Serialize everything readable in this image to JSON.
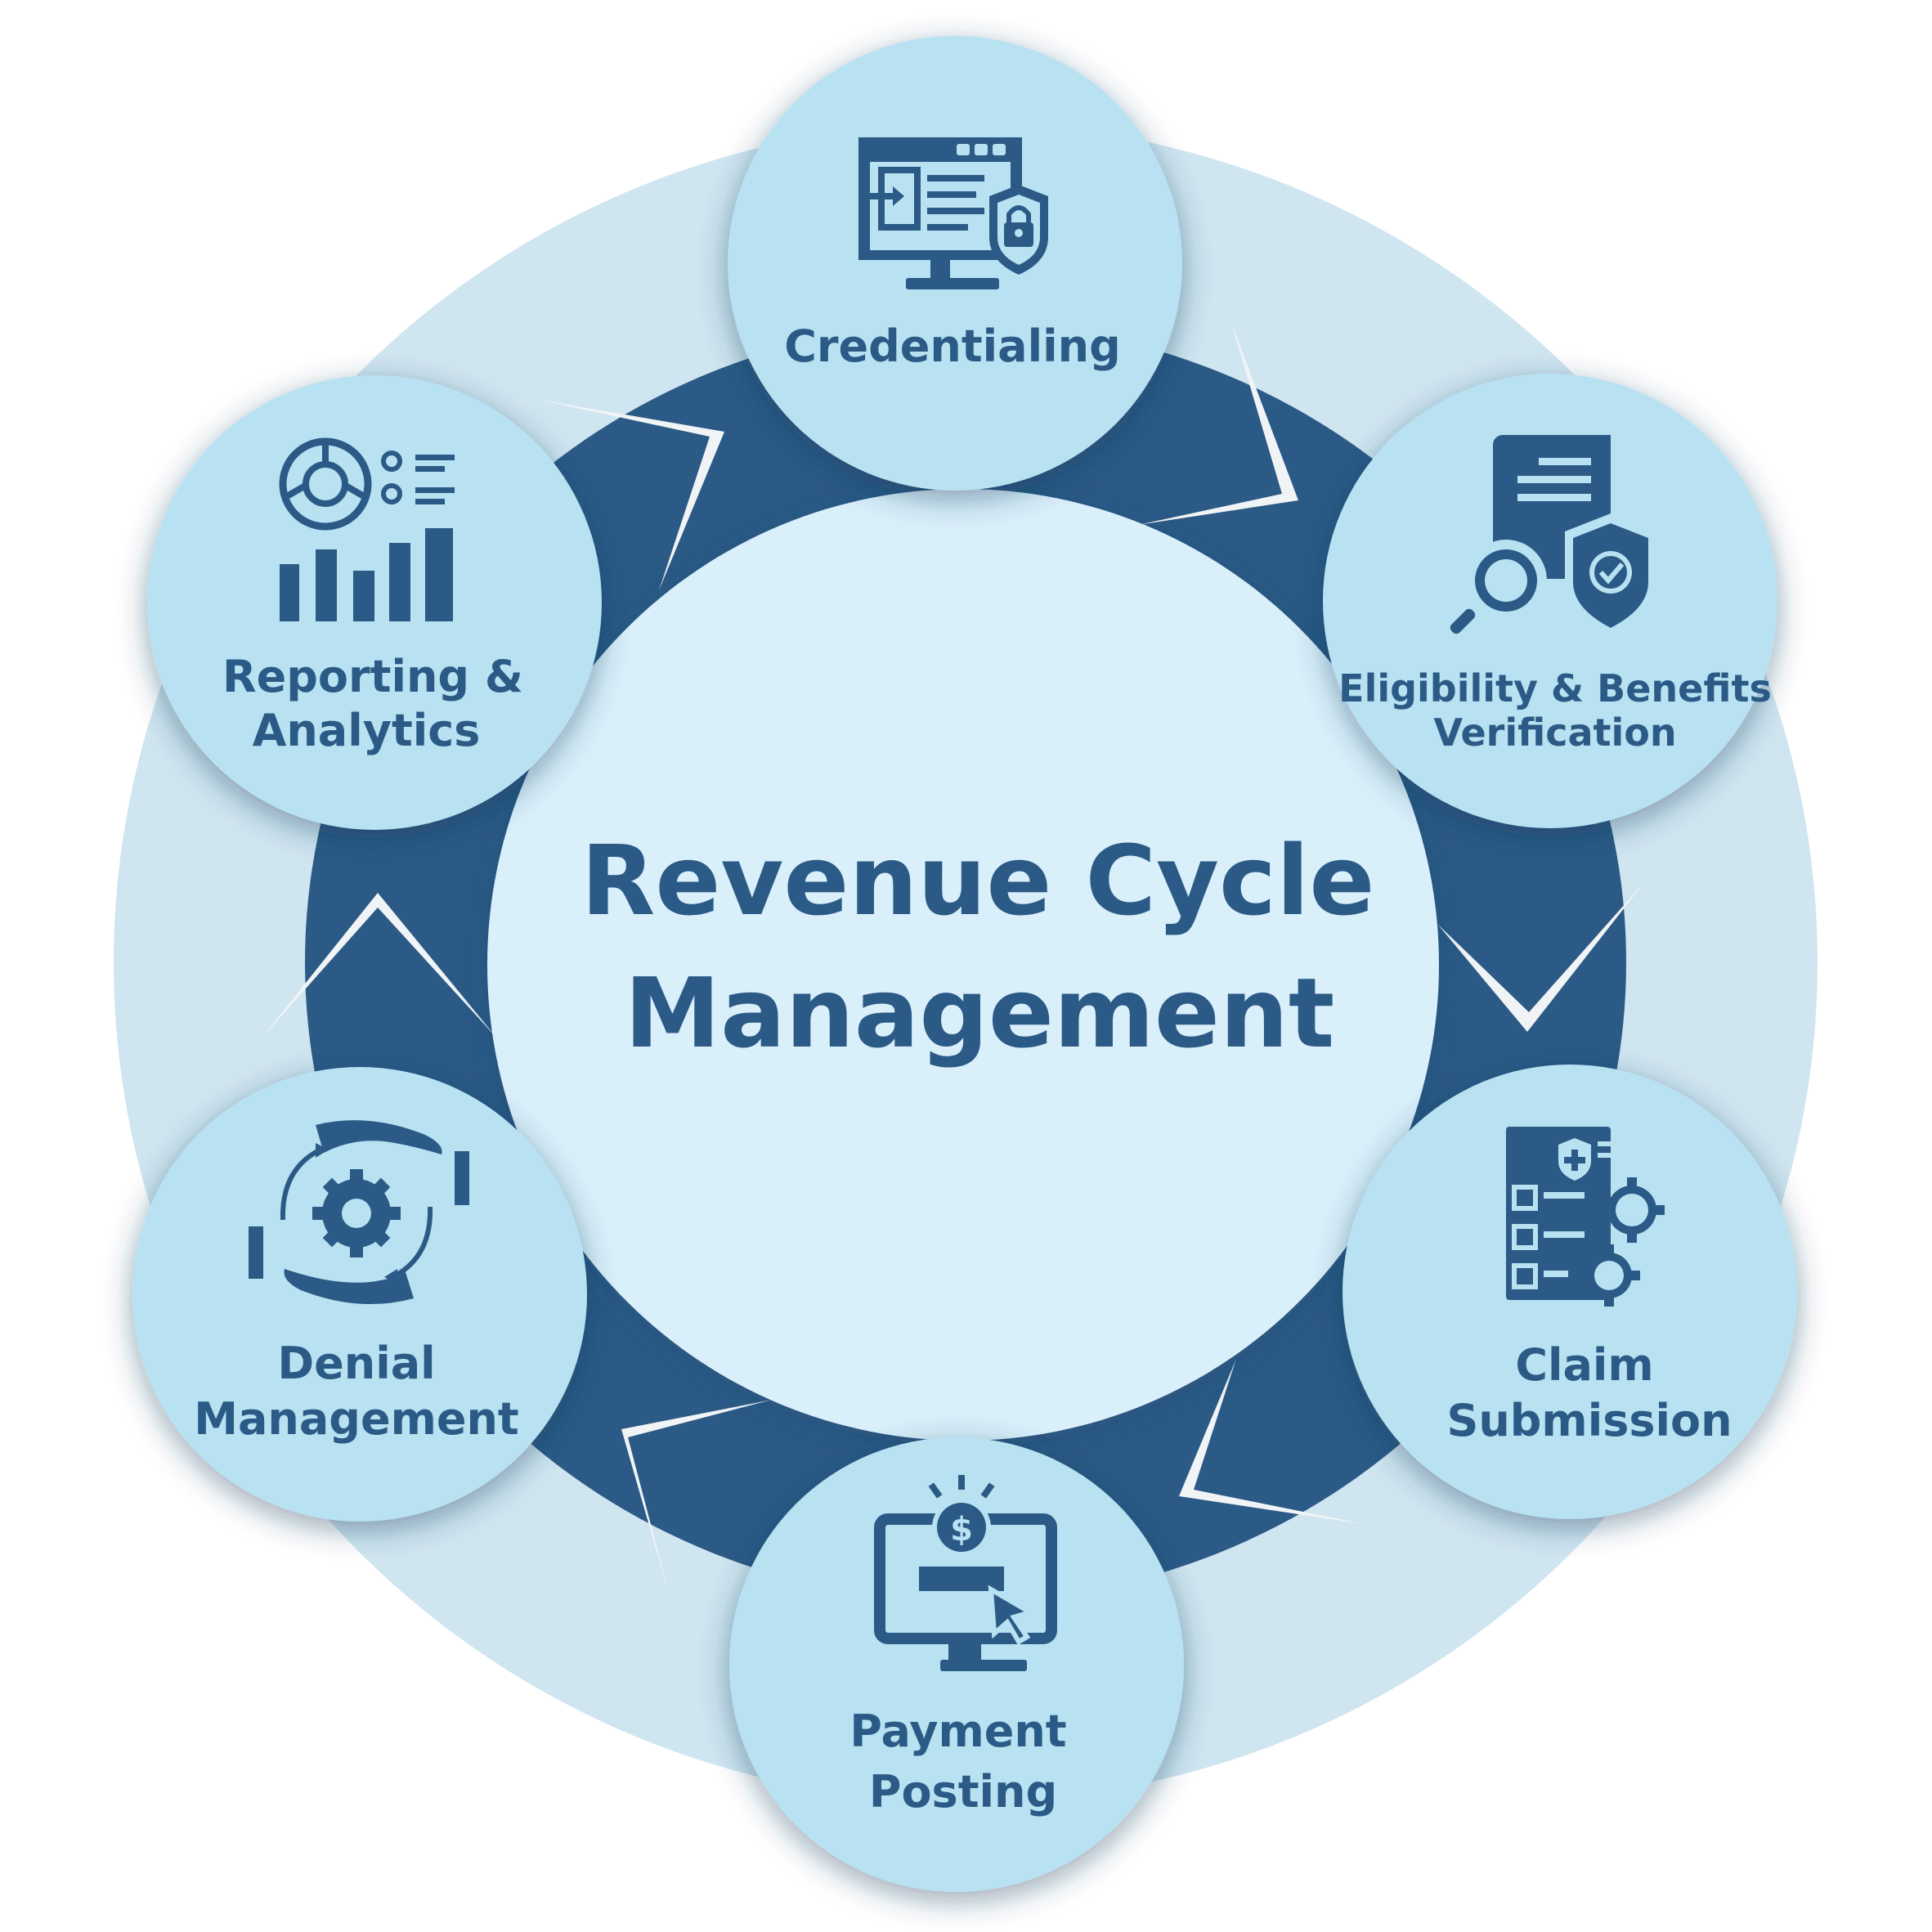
{
  "title": {
    "line1": "Revenue Cycle",
    "line2": "Management"
  },
  "nodes": [
    {
      "id": "credentialing",
      "icon": "computer-lock-icon",
      "lines": [
        "Credentialing"
      ]
    },
    {
      "id": "eligibility",
      "icon": "document-search-shield-icon",
      "lines": [
        "Eligibility & Benefits",
        "Verification"
      ]
    },
    {
      "id": "claim",
      "icon": "medical-form-gears-icon",
      "lines": [
        "Claim",
        "Submission"
      ]
    },
    {
      "id": "payment",
      "icon": "computer-dollar-click-icon",
      "lines": [
        "Payment",
        "Posting"
      ]
    },
    {
      "id": "denial",
      "icon": "hands-gear-cycle-icon",
      "lines": [
        "Denial",
        "Management"
      ]
    },
    {
      "id": "reporting",
      "icon": "analytics-chart-icon",
      "lines": [
        "Reporting &",
        "Analytics"
      ]
    }
  ],
  "colors": {
    "outer_ring": "#cfe5f0",
    "dark_ring": "#2b5a86",
    "node_fill": "#b8e2f1",
    "center_fill": "#d9effa",
    "text": "#2b5a86",
    "arrow": "#f1f4f6"
  }
}
